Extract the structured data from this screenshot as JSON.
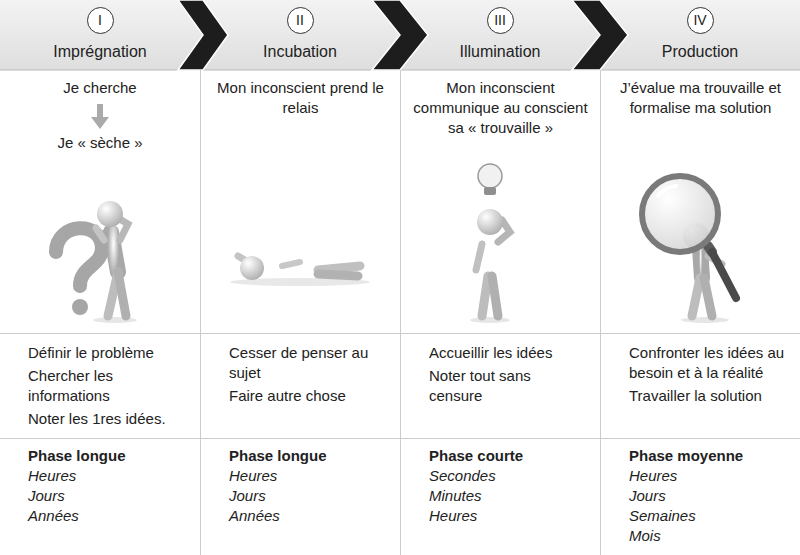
{
  "diagram": {
    "nodes": [
      {
        "text": [
          "I",
          "Imprégnation"
        ]
      },
      {
        "text": [
          "II",
          "Incubation"
        ]
      },
      {
        "text": [
          "III",
          "Illumination"
        ]
      },
      {
        "text": [
          "IV",
          "Production"
        ]
      },
      {
        "text": [
          "Je cherche",
          "Je « sèche »"
        ]
      },
      {
        "text": [
          "Définir le problème",
          "Chercher les informations",
          "Noter les 1res idées."
        ],
        "in": 4
      },
      {
        "text": [
          "Phase longue",
          "Heures",
          "Jours",
          "Années"
        ],
        "in": 4
      },
      {
        "text": [
          "Mon inconscient prend le relais"
        ]
      },
      {
        "text": [
          "Cesser de penser au sujet",
          "Faire autre chose"
        ],
        "in": 7
      },
      {
        "text": [
          "Phase longue",
          "Heures",
          "Jours",
          "Années"
        ],
        "in": 7
      },
      {
        "text": [
          "Mon inconscient communique au conscient sa « trouvaille »"
        ]
      },
      {
        "text": [
          "Accueillir les idées",
          "Noter tout sans censure"
        ],
        "in": 10
      },
      {
        "text": [
          "Phase courte",
          "Secondes",
          "Minutes",
          "Heures"
        ],
        "in": 10
      },
      {
        "text": [
          "J’évalue ma trouvaille et formalise ma solution"
        ]
      },
      {
        "text": [
          "Confronter les idées au besoin et à la réalité",
          "Travailler la solution"
        ],
        "in": 13
      },
      {
        "text": [
          "Phase moyenne",
          "Heures",
          "Jours",
          "Semaines",
          "Mois"
        ],
        "in": 13
      }
    ],
    "edges": [
      {
        "from": 0,
        "to": 1,
        "arrow": "to"
      },
      {
        "from": 1,
        "to": 2,
        "arrow": "to"
      },
      {
        "from": 2,
        "to": 3,
        "arrow": "to"
      }
    ]
  }
}
